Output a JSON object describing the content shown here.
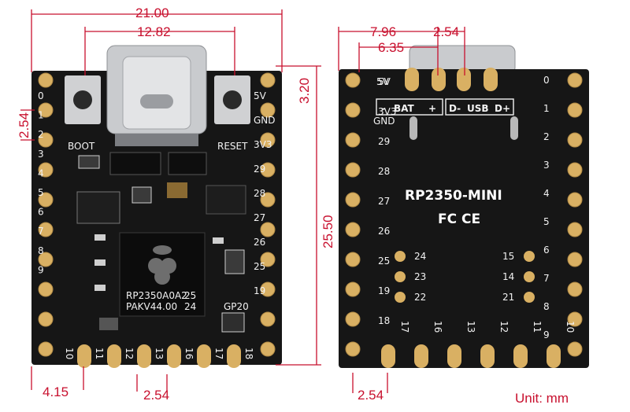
{
  "colors": {
    "dimension": "#c8102e",
    "board": "#161616",
    "pad": "#d9b063",
    "silkscreen": "#f2f2f2"
  },
  "front": {
    "dimensions": {
      "width": "21.00",
      "usb_span": "12.82",
      "pitch": "2.54",
      "height": "25.50",
      "usb_overhang": "3.20",
      "edge_offset": "4.15",
      "bottom_pitch": "2.54"
    },
    "labels": {
      "boot": "BOOT",
      "reset": "RESET",
      "chip_line1": "RP2350A0A2",
      "chip_line2": "PAKV44.00",
      "chip_code1": "25",
      "chip_code2": "24",
      "gp20": "GP20",
      "logo": "raspberry-pi-logo"
    },
    "left_pins": [
      "0",
      "1",
      "2",
      "3",
      "4",
      "5",
      "6",
      "7",
      "8",
      "9"
    ],
    "right_pins": [
      "5V",
      "GND",
      "3V3",
      "29",
      "28",
      "27",
      "26",
      "25",
      "19"
    ],
    "bottom_pins": [
      "10",
      "11",
      "12",
      "13",
      "16",
      "17",
      "18"
    ]
  },
  "back": {
    "dimensions": {
      "offset_a": "7.96",
      "offset_b": "2.54",
      "offset_c": "6.35",
      "edge_pitch": "2.54"
    },
    "title": "RP2350-MINI",
    "certification": "FC CE",
    "header_labels": {
      "minus": "-",
      "bat": "BAT",
      "plus": "+",
      "d_minus": "D-",
      "usb": "USB",
      "d_plus": "D+",
      "gnd": "GND",
      "five_v": "5V"
    },
    "left_pins": [
      "5V",
      "3V3",
      "29",
      "28",
      "27",
      "26",
      "25",
      "19",
      "18"
    ],
    "right_pins": [
      "0",
      "1",
      "2",
      "3",
      "4",
      "5",
      "6",
      "7",
      "8",
      "9"
    ],
    "bottom_pins": [
      "17",
      "16",
      "13",
      "12",
      "11",
      "10"
    ],
    "inner_pads": [
      "24",
      "23",
      "22",
      "15",
      "14",
      "21"
    ]
  },
  "unit_label": "Unit: mm"
}
